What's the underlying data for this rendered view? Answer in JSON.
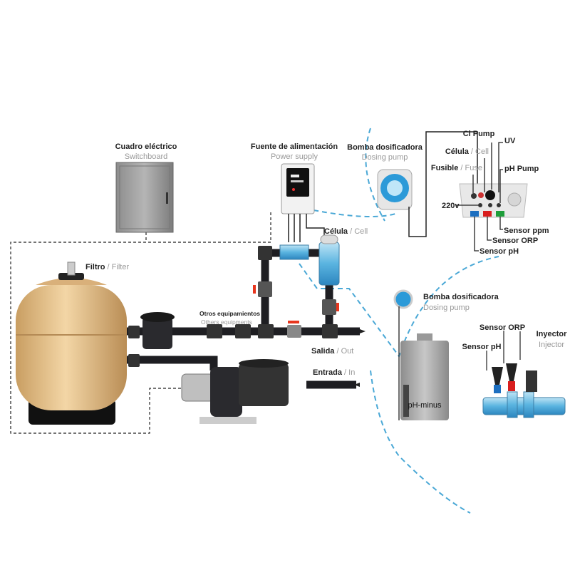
{
  "colors": {
    "pipe": "#1e1e22",
    "water_blue": "#3ab0e0",
    "tank": "#e8c490",
    "switchboard": "#9a9a9a",
    "valve_red": "#e8361e",
    "sensor_blue": "#1d6fc0",
    "sensor_red": "#d81e1e",
    "sensor_green": "#1e9e3a"
  },
  "switchboard": {
    "title": "Cuadro eléctrico",
    "subtitle": "Switchboard"
  },
  "power_supply": {
    "title": "Fuente de alimentación",
    "subtitle": "Power supply"
  },
  "dosing_pump_top": {
    "title": "Bomba dosificadora",
    "subtitle": "Dosing pump"
  },
  "controller": {
    "cl_pump": "Cl Pump",
    "uv": "UV",
    "cell": "Célula",
    "cell_en": "Cell",
    "fuse": "Fusible",
    "fuse_en": "Fuse",
    "ph_pump": "pH Pump",
    "power": "220v",
    "sensor_ppm": "Sensor ppm",
    "sensor_orp": "Sensor ORP",
    "sensor_ph": "Sensor pH"
  },
  "filter": {
    "title": "Filtro",
    "subtitle": "Filter"
  },
  "cell": {
    "title": "Célula",
    "subtitle": "Cell"
  },
  "other_equipment": {
    "title": "Otros equipamientos",
    "subtitle": "Others equipments"
  },
  "outlet": {
    "title": "Salida",
    "subtitle": "Out"
  },
  "inlet": {
    "title": "Entrada",
    "subtitle": "In"
  },
  "dosing_pump_bottom": {
    "title": "Bomba dosificadora",
    "subtitle": "Dosing pump"
  },
  "container": {
    "label": "pH-minus"
  },
  "sensors": {
    "orp": "Sensor ORP",
    "ph": "Sensor pH",
    "injector": "Inyector",
    "injector_en": "Injector"
  },
  "separator": " / "
}
